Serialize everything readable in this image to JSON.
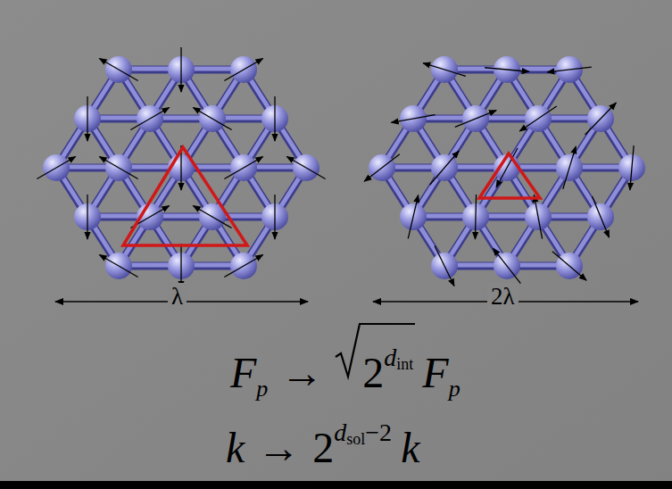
{
  "diagram": {
    "labels": [
      "λ",
      "2λ",
      "F",
      "p",
      "→",
      "2",
      "d",
      "int",
      "F",
      "p",
      "k",
      "→",
      "2",
      "d",
      "sol",
      "−2",
      "k"
    ]
  }
}
